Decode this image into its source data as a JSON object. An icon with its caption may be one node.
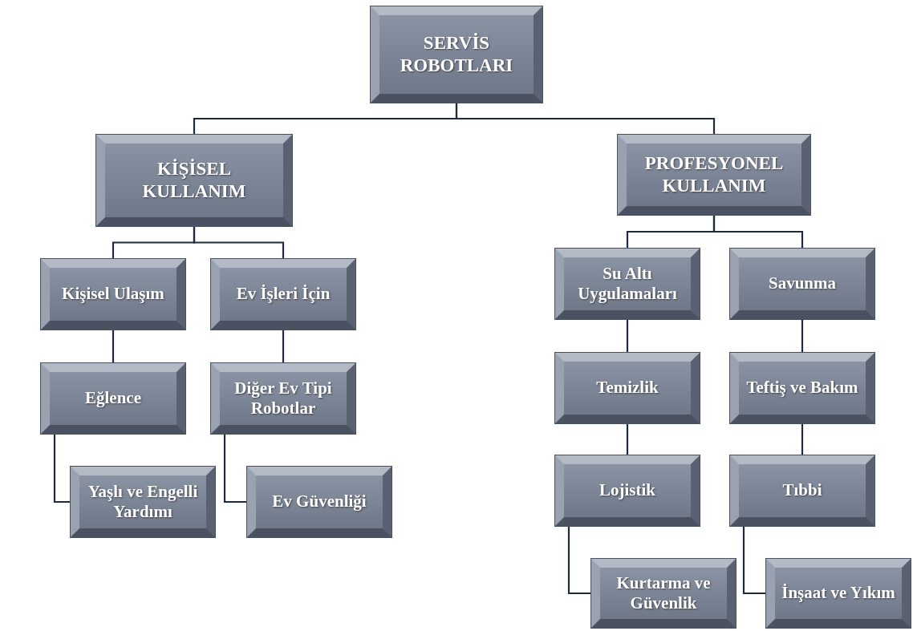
{
  "diagram": {
    "nodes": [
      {
        "text": [
          "SERVİS ROBOTLARI"
        ]
      },
      {
        "text": [
          "KİŞİSEL KULLANIM"
        ]
      },
      {
        "text": [
          "PROFESYONEL KULLANIM"
        ]
      },
      {
        "text": [
          "Kişisel Ulaşım"
        ]
      },
      {
        "text": [
          "Ev İşleri İçin"
        ]
      },
      {
        "text": [
          "Su Altı Uygulamaları"
        ]
      },
      {
        "text": [
          "Savunma"
        ]
      },
      {
        "text": [
          "Eğlence"
        ]
      },
      {
        "text": [
          "Diğer Ev Tipi Robotlar"
        ]
      },
      {
        "text": [
          "Temizlik"
        ]
      },
      {
        "text": [
          "Teftiş ve Bakım"
        ]
      },
      {
        "text": [
          "Yaşlı ve Engelli Yardımı"
        ]
      },
      {
        "text": [
          "Ev Güvenliği"
        ]
      },
      {
        "text": [
          "Lojistik"
        ]
      },
      {
        "text": [
          "Tıbbi"
        ]
      },
      {
        "text": [
          "Kurtarma ve Güvenlik"
        ]
      },
      {
        "text": [
          "İnşaat ve Yıkım"
        ]
      }
    ],
    "edges": [
      {
        "from": 0,
        "to": 1,
        "arrow": "none"
      },
      {
        "from": 0,
        "to": 2,
        "arrow": "none"
      },
      {
        "from": 1,
        "to": 3,
        "arrow": "none"
      },
      {
        "from": 1,
        "to": 4,
        "arrow": "none"
      },
      {
        "from": 2,
        "to": 5,
        "arrow": "none"
      },
      {
        "from": 2,
        "to": 6,
        "arrow": "none"
      },
      {
        "from": 3,
        "to": 7,
        "arrow": "none"
      },
      {
        "from": 4,
        "to": 8,
        "arrow": "none"
      },
      {
        "from": 5,
        "to": 9,
        "arrow": "none"
      },
      {
        "from": 6,
        "to": 10,
        "arrow": "none"
      },
      {
        "from": 7,
        "to": 11,
        "arrow": "none"
      },
      {
        "from": 8,
        "to": 12,
        "arrow": "none"
      },
      {
        "from": 9,
        "to": 13,
        "arrow": "none"
      },
      {
        "from": 10,
        "to": 14,
        "arrow": "none"
      },
      {
        "from": 13,
        "to": 15,
        "arrow": "none"
      },
      {
        "from": 14,
        "to": 16,
        "arrow": "none"
      }
    ]
  }
}
